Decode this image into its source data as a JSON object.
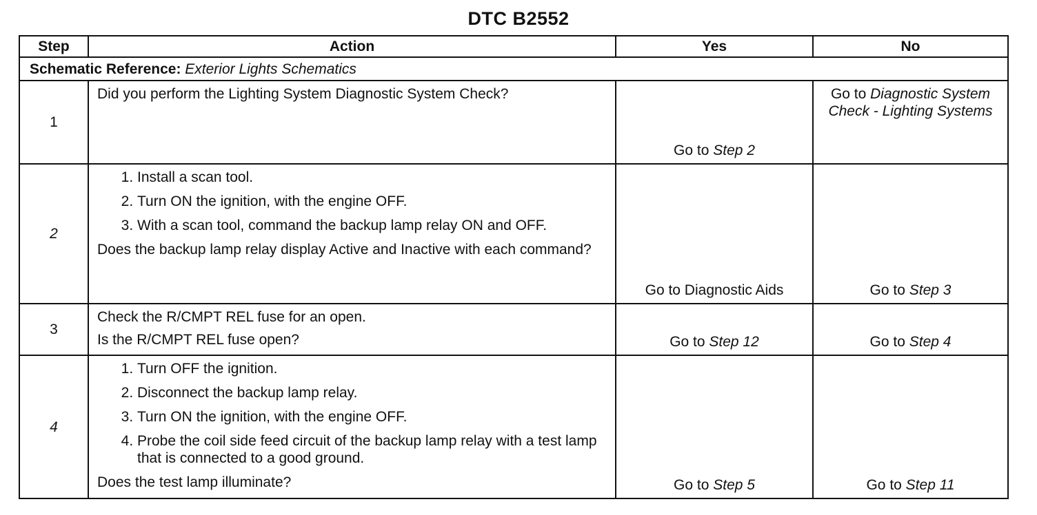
{
  "title": "DTC B2552",
  "headers": {
    "step": "Step",
    "action": "Action",
    "yes": "Yes",
    "no": "No"
  },
  "schematic": {
    "label": "Schematic Reference:",
    "value": "Exterior Lights Schematics"
  },
  "steps": [
    {
      "num": "1",
      "question": "Did you perform the Lighting System Diagnostic System Check?",
      "yes_prefix": "Go to ",
      "yes_ref": "Step 2",
      "no_prefix": "Go to ",
      "no_ref": "Diagnostic System Check - Lighting Systems"
    },
    {
      "num": "2",
      "items": [
        "Install a scan tool.",
        "Turn ON the ignition, with the engine OFF.",
        "With a scan tool, command the backup lamp relay ON and OFF."
      ],
      "question": "Does the backup lamp relay display Active and Inactive with each command?",
      "yes_text": "Go to Diagnostic Aids",
      "no_prefix": "Go to ",
      "no_ref": "Step 3"
    },
    {
      "num": "3",
      "intro": "Check the R/CMPT REL fuse for an open.",
      "question": "Is the R/CMPT REL fuse open?",
      "yes_prefix": "Go to ",
      "yes_ref": "Step 12",
      "no_prefix": "Go to ",
      "no_ref": "Step 4"
    },
    {
      "num": "4",
      "items": [
        "Turn OFF the ignition.",
        "Disconnect the backup lamp relay.",
        "Turn ON the ignition, with the engine OFF.",
        "Probe the coil side feed circuit of the backup lamp relay with a test lamp that is connected to a good ground."
      ],
      "question": "Does the test lamp illuminate?",
      "yes_prefix": "Go to ",
      "yes_ref": "Step 5",
      "no_prefix": "Go to ",
      "no_ref": "Step 11"
    }
  ]
}
